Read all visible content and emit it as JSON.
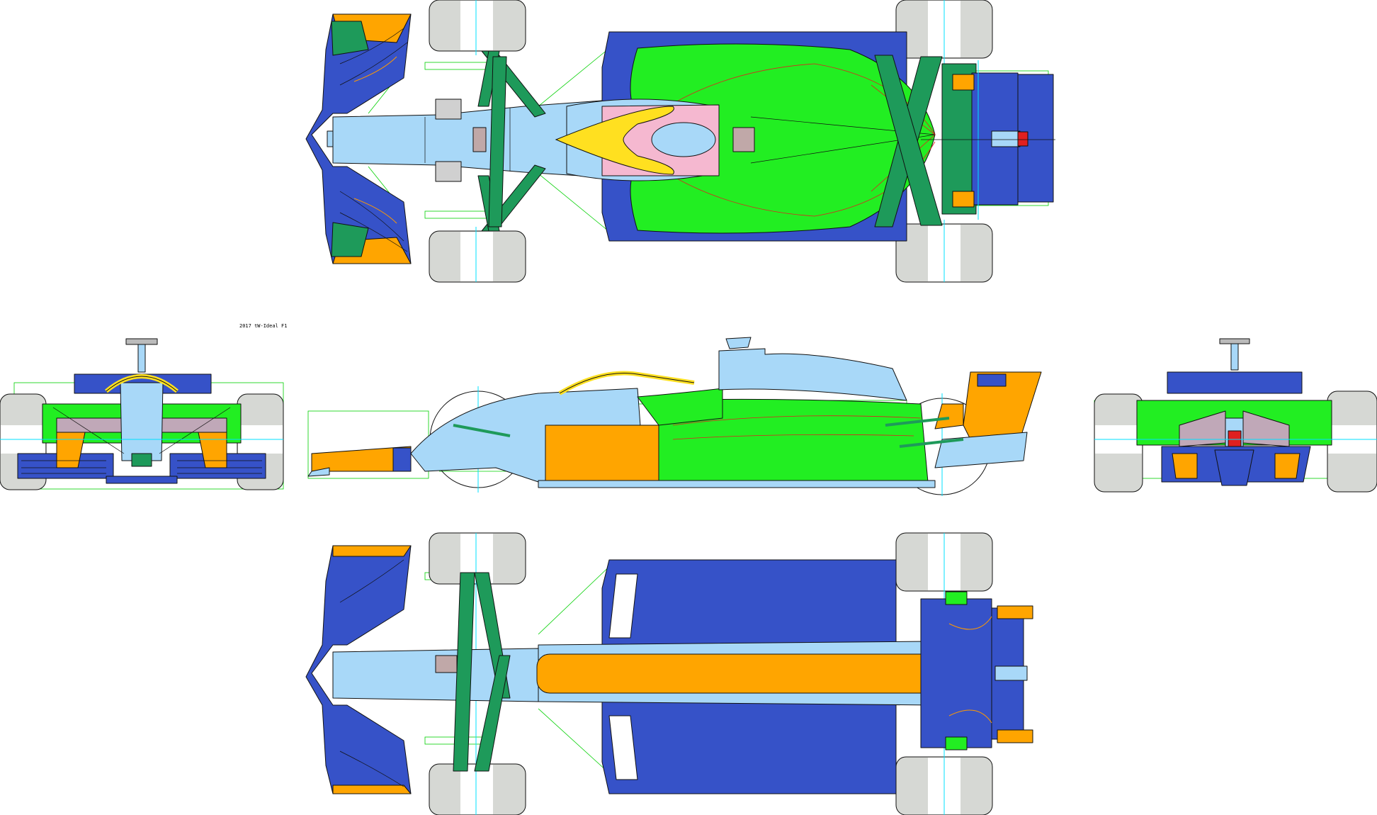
{
  "caption": "2017 tW-Ideal F1",
  "views": {
    "top": "top-view",
    "front": "front-view",
    "side": "side-view",
    "rear": "rear-view",
    "bottom": "bottom-view"
  },
  "colors": {
    "royal_blue": "#3652c8",
    "light_blue": "#a8d8f8",
    "green": "#22ee22",
    "dark_green": "#1e9a5a",
    "orange": "#ffa500",
    "yellow": "#ffe020",
    "pink": "#f5b8d0",
    "tyre_grey": "#d6d8d4",
    "outline": "#111111",
    "construction_green": "#00d000",
    "construction_cyan": "#00e0ff",
    "construction_red": "#e02020"
  }
}
